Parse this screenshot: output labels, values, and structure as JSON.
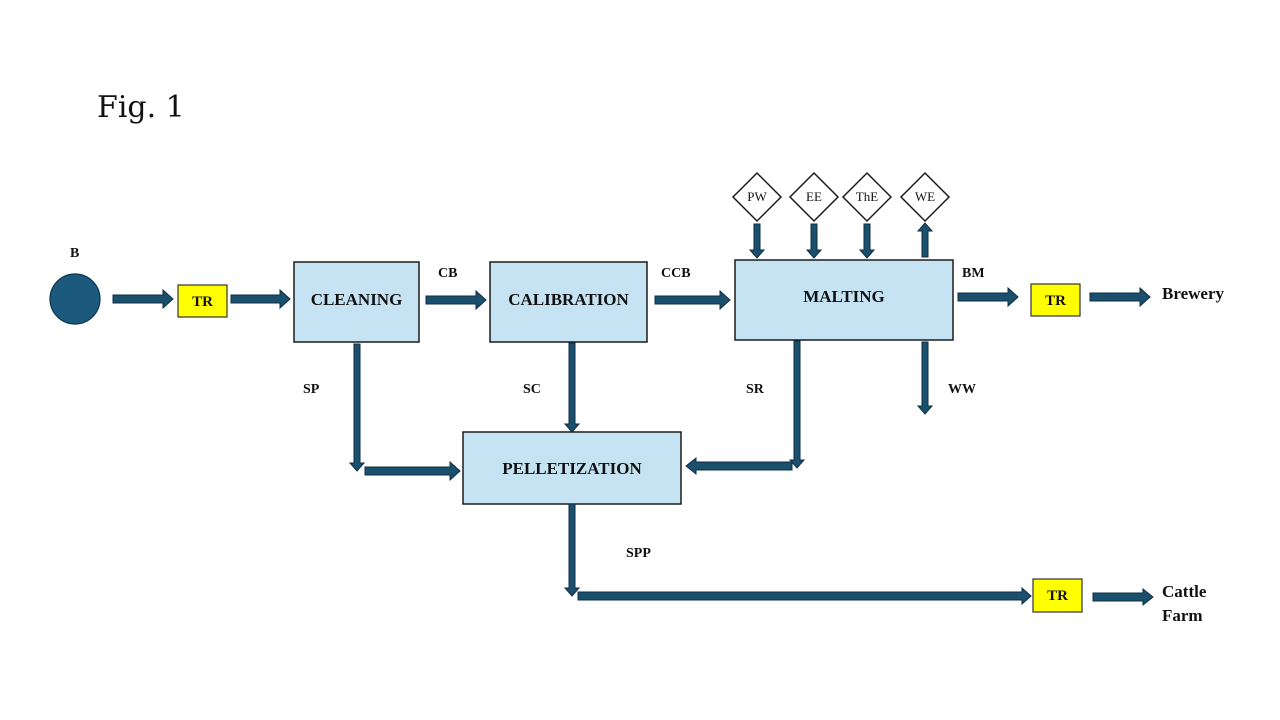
{
  "figure": {
    "title": "Fig. 1"
  },
  "colors": {
    "process_fill": "#c5e3f3",
    "transport_fill": "#ffff00",
    "arrow": "#1b4f6e",
    "source": "#1b5a7d"
  },
  "source": {
    "label": "B",
    "icon": "circle-source-icon"
  },
  "transport_label": "TR",
  "processes": {
    "cleaning": "CLEANING",
    "calibration": "CALIBRATION",
    "malting": "MALTING",
    "pelletization": "PELLETIZATION"
  },
  "flows": {
    "cb": "CB",
    "ccb": "CCB",
    "bm": "BM",
    "sp": "SP",
    "sc": "SC",
    "sr": "SR",
    "ww": "WW",
    "spp": "SPP"
  },
  "malting_inputs": [
    {
      "label": "PW",
      "direction": "in"
    },
    {
      "label": "EE",
      "direction": "in"
    },
    {
      "label": "ThE",
      "direction": "in"
    },
    {
      "label": "WE",
      "direction": "out"
    }
  ],
  "destinations": {
    "brewery": "Brewery",
    "cattle_farm_line1": "Cattle",
    "cattle_farm_line2": "Farm"
  }
}
